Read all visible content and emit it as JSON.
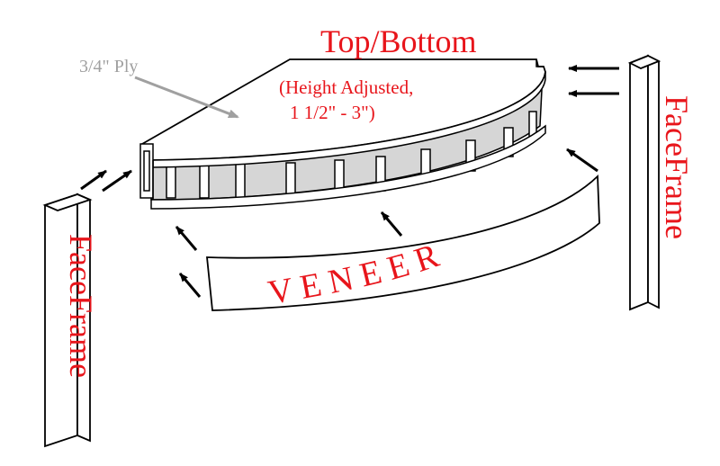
{
  "labels": {
    "top_bottom": "Top/Bottom",
    "height_adjusted_line1": "(Height Adjusted,",
    "height_adjusted_line2": "1 1/2\" - 3\")",
    "ply": "3/4\" Ply",
    "veneer": "VENEER",
    "face_frame_left": "FaceFrame",
    "face_frame_right": "FaceFrame"
  },
  "colors": {
    "label_red": "#e8151b",
    "label_gray": "#a0a0a0",
    "outline": "#000000",
    "fill_white": "#ffffff",
    "fill_gray": "#d6d6d6"
  }
}
